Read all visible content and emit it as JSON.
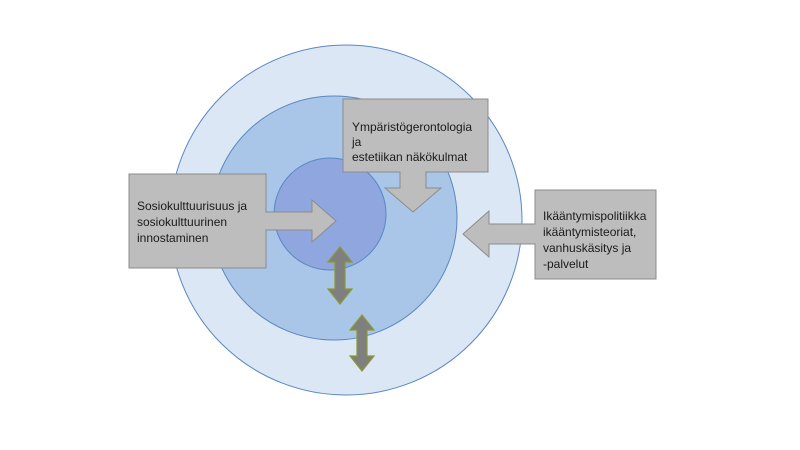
{
  "diagram": {
    "colors": {
      "outer_ring": "#dbe7f4",
      "middle_ring": "#a9c6e8",
      "inner_circle": "#8fa6df",
      "ring_stroke": "#5b87c2",
      "callout_fill": "#bdbdbd",
      "callout_stroke": "#8c8c8c",
      "double_arrow_fill": "#7f7f7f",
      "double_arrow_stroke": "#8c9a2c"
    },
    "callouts": {
      "left": {
        "lines": [
          "Sosiokulttuurisuus ja",
          "sosiokulttuurinen",
          "innostaminen"
        ]
      },
      "top": {
        "lines": [
          "Ympäristögerontologia",
          "ja",
          "estetiikan näkökulmat"
        ]
      },
      "right": {
        "lines": [
          "Ikääntymispolitiikka",
          "ikääntymisteoriat,",
          "vanhuskäsitys ja",
          "-palvelut"
        ]
      }
    },
    "double_arrows": [
      {
        "name": "inner-to-middle-arrow"
      },
      {
        "name": "middle-to-outer-arrow"
      }
    ]
  }
}
